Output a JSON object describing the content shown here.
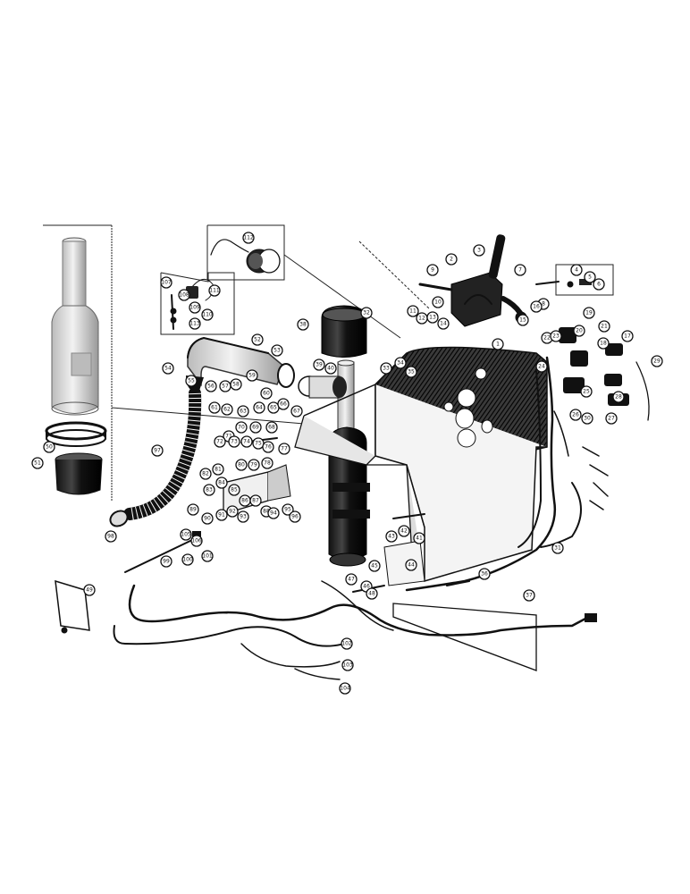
{
  "figure": {
    "kind": "exploded parts diagram",
    "ink_color": "#111111",
    "paper_color": "#ffffff"
  },
  "callouts": [
    {
      "id": "c1",
      "label": "1"
    },
    {
      "id": "c2",
      "label": "2"
    },
    {
      "id": "c3",
      "label": "3"
    },
    {
      "id": "c4",
      "label": "4"
    },
    {
      "id": "c5",
      "label": "5"
    },
    {
      "id": "c6",
      "label": "6"
    },
    {
      "id": "c7",
      "label": "7"
    },
    {
      "id": "c8",
      "label": "8"
    },
    {
      "id": "c9",
      "label": "9"
    },
    {
      "id": "c10",
      "label": "10"
    },
    {
      "id": "c11",
      "label": "11"
    },
    {
      "id": "c12",
      "label": "12"
    },
    {
      "id": "c13",
      "label": "13"
    },
    {
      "id": "c14",
      "label": "14"
    },
    {
      "id": "c15",
      "label": "15"
    },
    {
      "id": "c16",
      "label": "16"
    },
    {
      "id": "c17",
      "label": "17"
    },
    {
      "id": "c18",
      "label": "18"
    },
    {
      "id": "c19",
      "label": "19"
    },
    {
      "id": "c20",
      "label": "20"
    },
    {
      "id": "c21",
      "label": "21"
    },
    {
      "id": "c22",
      "label": "22"
    },
    {
      "id": "c23",
      "label": "23"
    },
    {
      "id": "c24",
      "label": "24"
    },
    {
      "id": "c25",
      "label": "25"
    },
    {
      "id": "c26",
      "label": "26"
    },
    {
      "id": "c27",
      "label": "27"
    },
    {
      "id": "c28",
      "label": "28"
    },
    {
      "id": "c29",
      "label": "29"
    },
    {
      "id": "c30",
      "label": "30"
    },
    {
      "id": "c31",
      "label": "31"
    },
    {
      "id": "c32",
      "label": "32"
    },
    {
      "id": "c33",
      "label": "33"
    },
    {
      "id": "c34",
      "label": "34"
    },
    {
      "id": "c35",
      "label": "35"
    },
    {
      "id": "c36",
      "label": "36"
    },
    {
      "id": "c37",
      "label": "37"
    },
    {
      "id": "c38",
      "label": "38"
    },
    {
      "id": "c39",
      "label": "39"
    },
    {
      "id": "c40",
      "label": "40"
    },
    {
      "id": "c41",
      "label": "41"
    },
    {
      "id": "c42",
      "label": "42"
    },
    {
      "id": "c43",
      "label": "43"
    },
    {
      "id": "c44",
      "label": "44"
    },
    {
      "id": "c45",
      "label": "45"
    },
    {
      "id": "c46",
      "label": "46"
    },
    {
      "id": "c47",
      "label": "47"
    },
    {
      "id": "c48",
      "label": "48"
    },
    {
      "id": "c49",
      "label": "49"
    },
    {
      "id": "c50",
      "label": "50"
    },
    {
      "id": "c51",
      "label": "51"
    },
    {
      "id": "c52",
      "label": "52"
    },
    {
      "id": "c53",
      "label": "53"
    },
    {
      "id": "c54",
      "label": "54"
    },
    {
      "id": "c55",
      "label": "55"
    },
    {
      "id": "c56",
      "label": "56"
    },
    {
      "id": "c57",
      "label": "57"
    },
    {
      "id": "c58",
      "label": "58"
    },
    {
      "id": "c59",
      "label": "59"
    },
    {
      "id": "c60",
      "label": "60"
    },
    {
      "id": "c61",
      "label": "61"
    },
    {
      "id": "c62",
      "label": "62"
    },
    {
      "id": "c63",
      "label": "63"
    },
    {
      "id": "c64",
      "label": "64"
    },
    {
      "id": "c65",
      "label": "65"
    },
    {
      "id": "c66",
      "label": "66"
    },
    {
      "id": "c67",
      "label": "67"
    },
    {
      "id": "c68",
      "label": "68"
    },
    {
      "id": "c69",
      "label": "69"
    },
    {
      "id": "c70",
      "label": "70"
    },
    {
      "id": "c71",
      "label": "71"
    },
    {
      "id": "c72",
      "label": "72"
    },
    {
      "id": "c73",
      "label": "73"
    },
    {
      "id": "c74",
      "label": "74"
    },
    {
      "id": "c75",
      "label": "75"
    },
    {
      "id": "c76",
      "label": "76"
    },
    {
      "id": "c77",
      "label": "77"
    },
    {
      "id": "c78",
      "label": "78"
    },
    {
      "id": "c79",
      "label": "79"
    },
    {
      "id": "c80",
      "label": "80"
    },
    {
      "id": "c81",
      "label": "81"
    },
    {
      "id": "c82",
      "label": "82"
    },
    {
      "id": "c83",
      "label": "83"
    },
    {
      "id": "c84",
      "label": "84"
    },
    {
      "id": "c85",
      "label": "85"
    },
    {
      "id": "c86",
      "label": "86"
    },
    {
      "id": "c87",
      "label": "87"
    },
    {
      "id": "c88",
      "label": "88"
    },
    {
      "id": "c89",
      "label": "89"
    },
    {
      "id": "c90",
      "label": "90"
    },
    {
      "id": "c91",
      "label": "91"
    },
    {
      "id": "c92",
      "label": "92"
    },
    {
      "id": "c93",
      "label": "93"
    },
    {
      "id": "c94",
      "label": "94"
    },
    {
      "id": "c95",
      "label": "95"
    },
    {
      "id": "c96",
      "label": "96"
    },
    {
      "id": "c97",
      "label": "97"
    },
    {
      "id": "c98",
      "label": "98"
    },
    {
      "id": "c99",
      "label": "99"
    },
    {
      "id": "c100",
      "label": "100"
    },
    {
      "id": "c101",
      "label": "101"
    },
    {
      "id": "c102",
      "label": "102"
    },
    {
      "id": "c103",
      "label": "103"
    },
    {
      "id": "c104",
      "label": "104"
    },
    {
      "id": "c105",
      "label": "105"
    },
    {
      "id": "c106",
      "label": "106"
    },
    {
      "id": "c107",
      "label": "107"
    },
    {
      "id": "c108",
      "label": "108"
    },
    {
      "id": "c109",
      "label": "109"
    },
    {
      "id": "c110",
      "label": "110"
    },
    {
      "id": "c111",
      "label": "111"
    },
    {
      "id": "c112",
      "label": "112"
    },
    {
      "id": "c113",
      "label": "113"
    }
  ]
}
